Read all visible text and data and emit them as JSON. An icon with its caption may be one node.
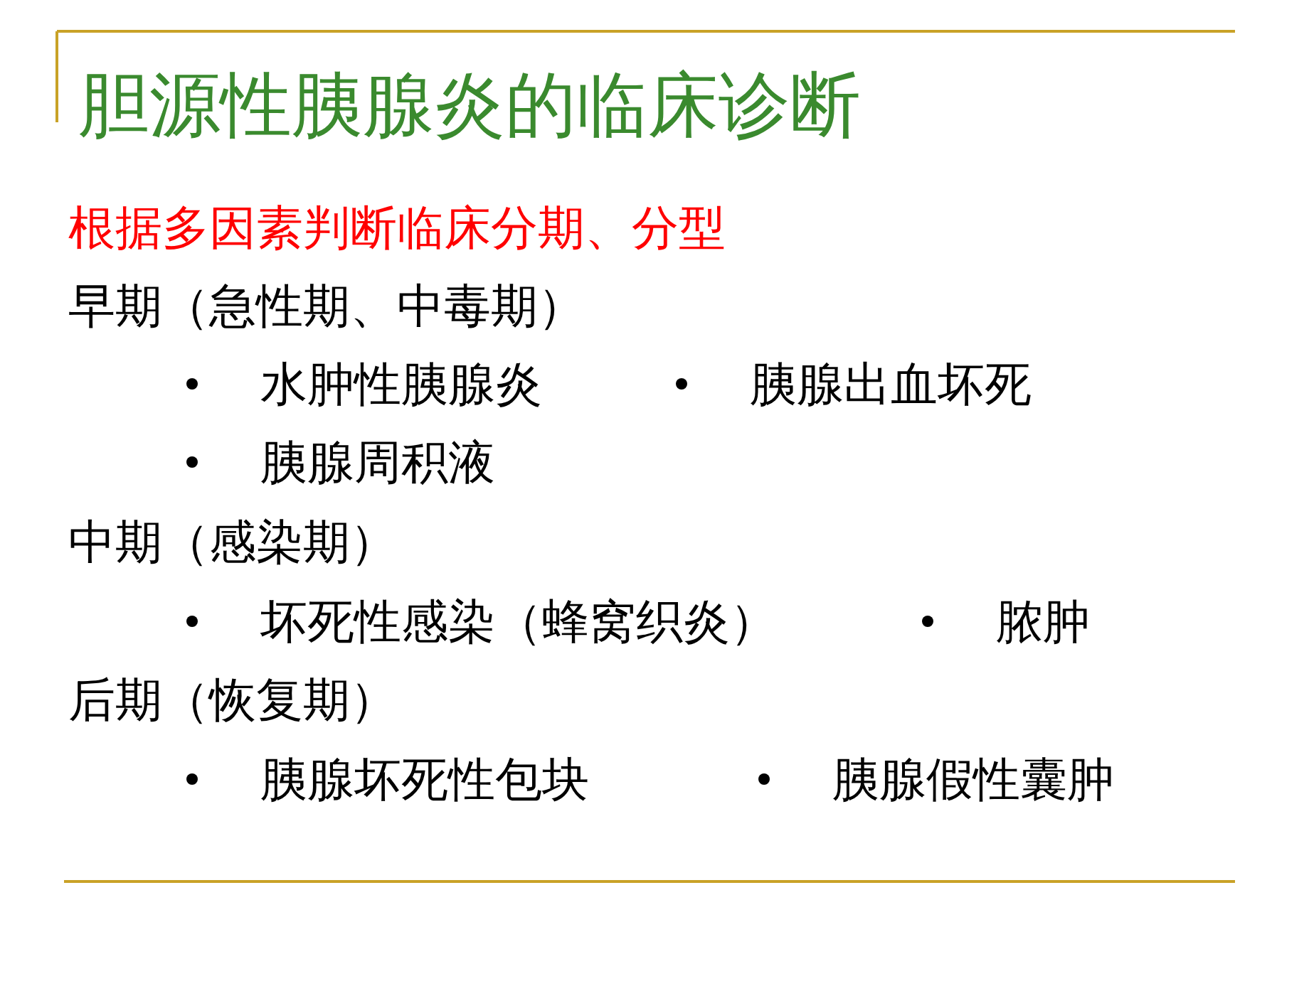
{
  "diagram": {
    "title": "胆源性胰腺炎的临床诊断",
    "labels": [
      "根据多因素判断临床分期、分型",
      "早期（急性期、中毒期）",
      "水肿性胰腺炎",
      "胰腺出血坏死",
      "胰腺周积液",
      "中期（感染期）",
      "坏死性感染（蜂窝织炎）",
      "脓肿",
      "后期（恢复期）",
      "胰腺坏死性包块",
      "胰腺假性囊肿"
    ]
  }
}
